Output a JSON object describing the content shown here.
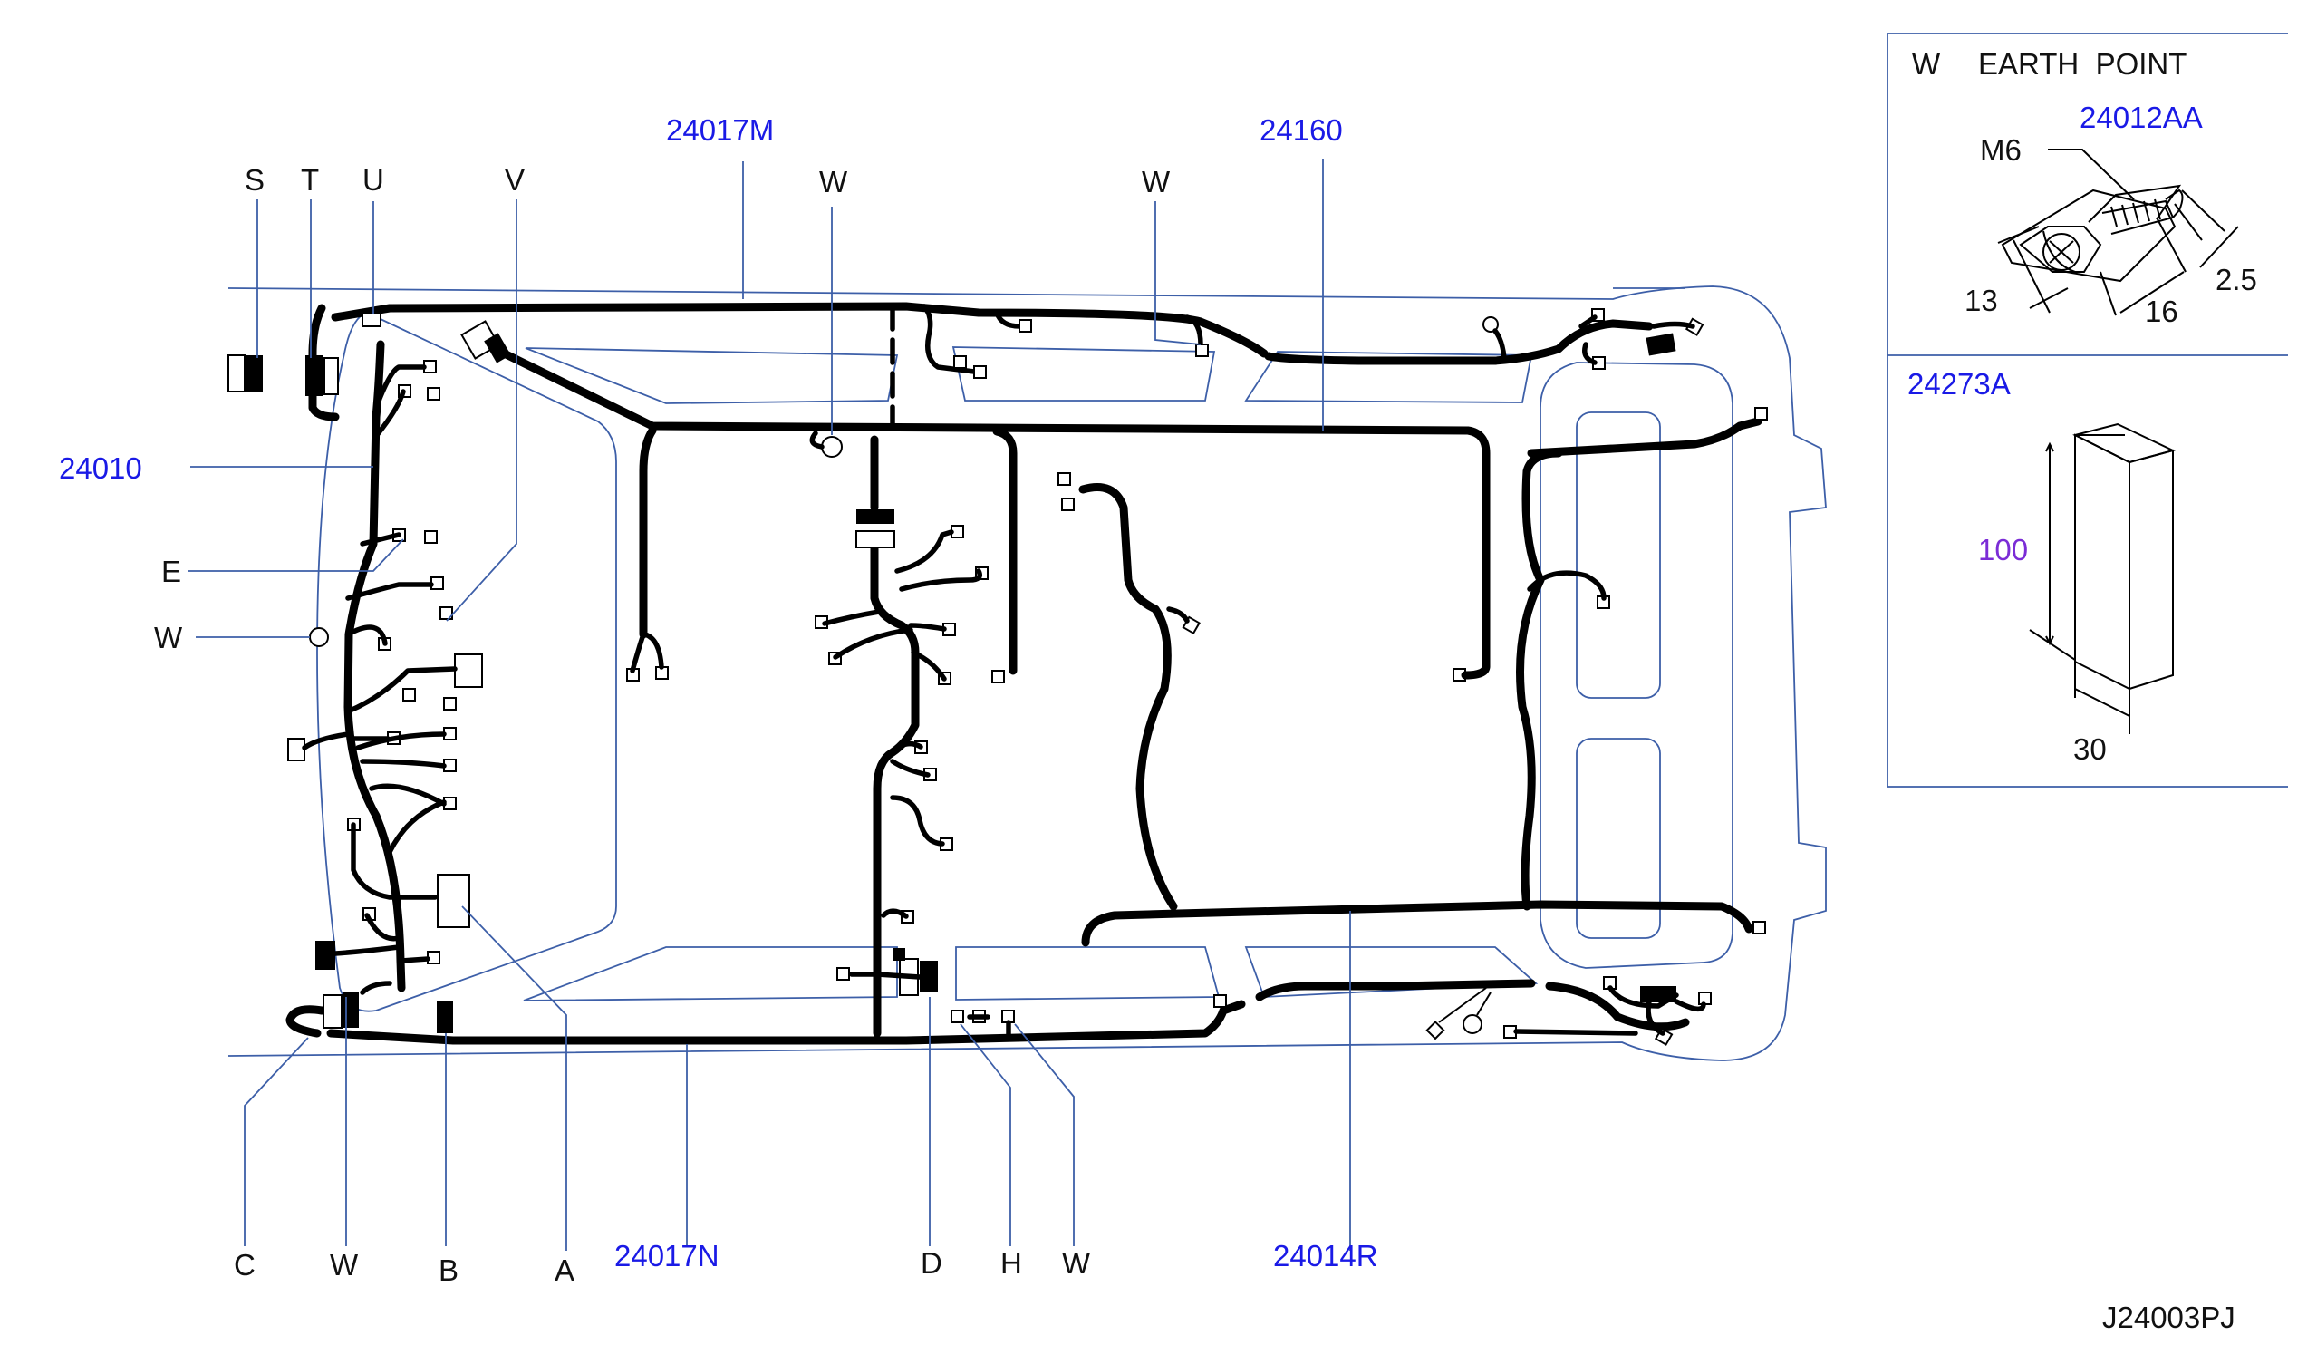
{
  "callouts": {
    "S": "S",
    "T": "T",
    "U": "U",
    "V": "V",
    "W_top_center": "W",
    "W_top_right": "W",
    "E": "E",
    "W_left": "W",
    "C": "C",
    "W_bottom_left": "W",
    "B": "B",
    "A": "A",
    "D": "D",
    "H": "H",
    "W_bottom_right": "W"
  },
  "parts": {
    "p24017M": "24017M",
    "p24160": "24160",
    "p24010": "24010",
    "p24017N": "24017N",
    "p24014R": "24014R"
  },
  "inset": {
    "earth_w": "W",
    "earth_title": "EARTH  POINT",
    "bolt_part": "24012AA",
    "bolt_thread": "M6",
    "dim_head": "13",
    "dim_length": "16",
    "dim_tip": "2.5",
    "pad_part": "24273A",
    "dim_pad_length": "100",
    "dim_pad_width": "30"
  },
  "drawing_code": "J24003PJ",
  "colors": {
    "part_number": "#1a1ae6",
    "dimension_accent": "#7b2cd6",
    "outline": "#3d5fa8",
    "harness": "#000000"
  }
}
